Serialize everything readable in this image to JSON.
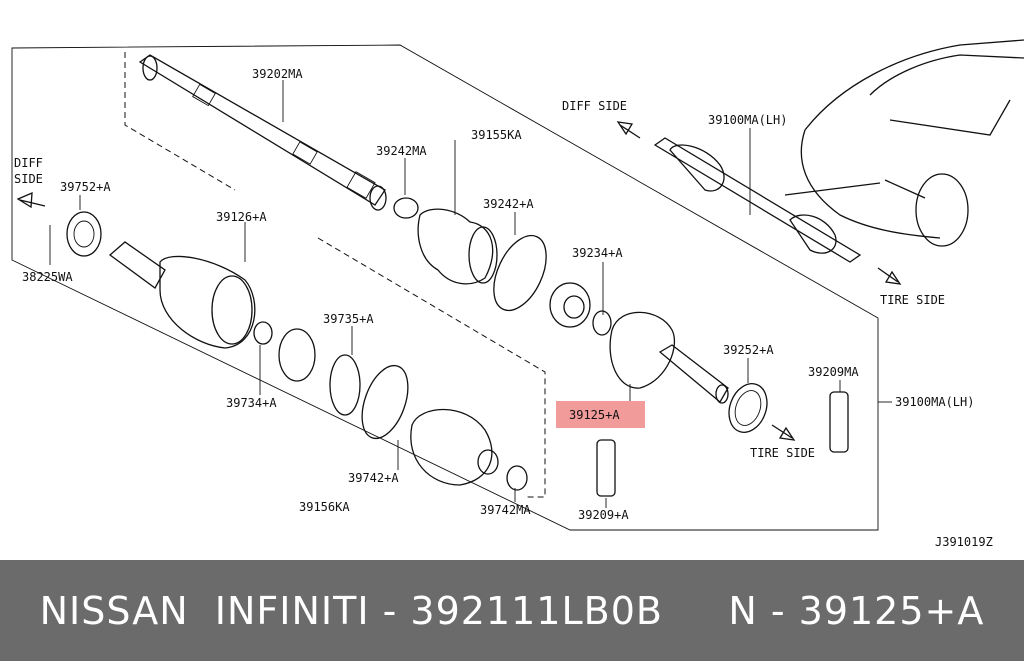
{
  "diagram": {
    "labels": {
      "l39202MA": "39202MA",
      "l39242MA": "39242MA",
      "l39155KA": "39155KA",
      "l39242A": "39242+A",
      "l39234A": "39234+A",
      "l39100MA_top": "39100MA(LH)",
      "l39100MA_right": "39100MA(LH)",
      "diffSideTop": "DIFF SIDE",
      "diffSideLeft1": "DIFF",
      "diffSideLeft2": "SIDE",
      "tireSideRight": "TIRE SIDE",
      "tireSideBottom": "TIRE SIDE",
      "l39752A": "39752+A",
      "l38225WA": "38225WA",
      "l39126A": "39126+A",
      "l39735A": "39735+A",
      "l39734A": "39734+A",
      "l39742A": "39742+A",
      "l39742MA": "39742MA",
      "l39156KA": "39156KA",
      "l39125A": "39125+A",
      "l39252A": "39252+A",
      "l39209MA": "39209MA",
      "l39209A": "39209+A",
      "code": "J391019Z"
    },
    "highlight_color": "#f08a8a"
  },
  "footer": {
    "text": "NISSAN  INFINITI - 392111LB0B     N - 39125+A",
    "background": "#6b6b6b"
  }
}
